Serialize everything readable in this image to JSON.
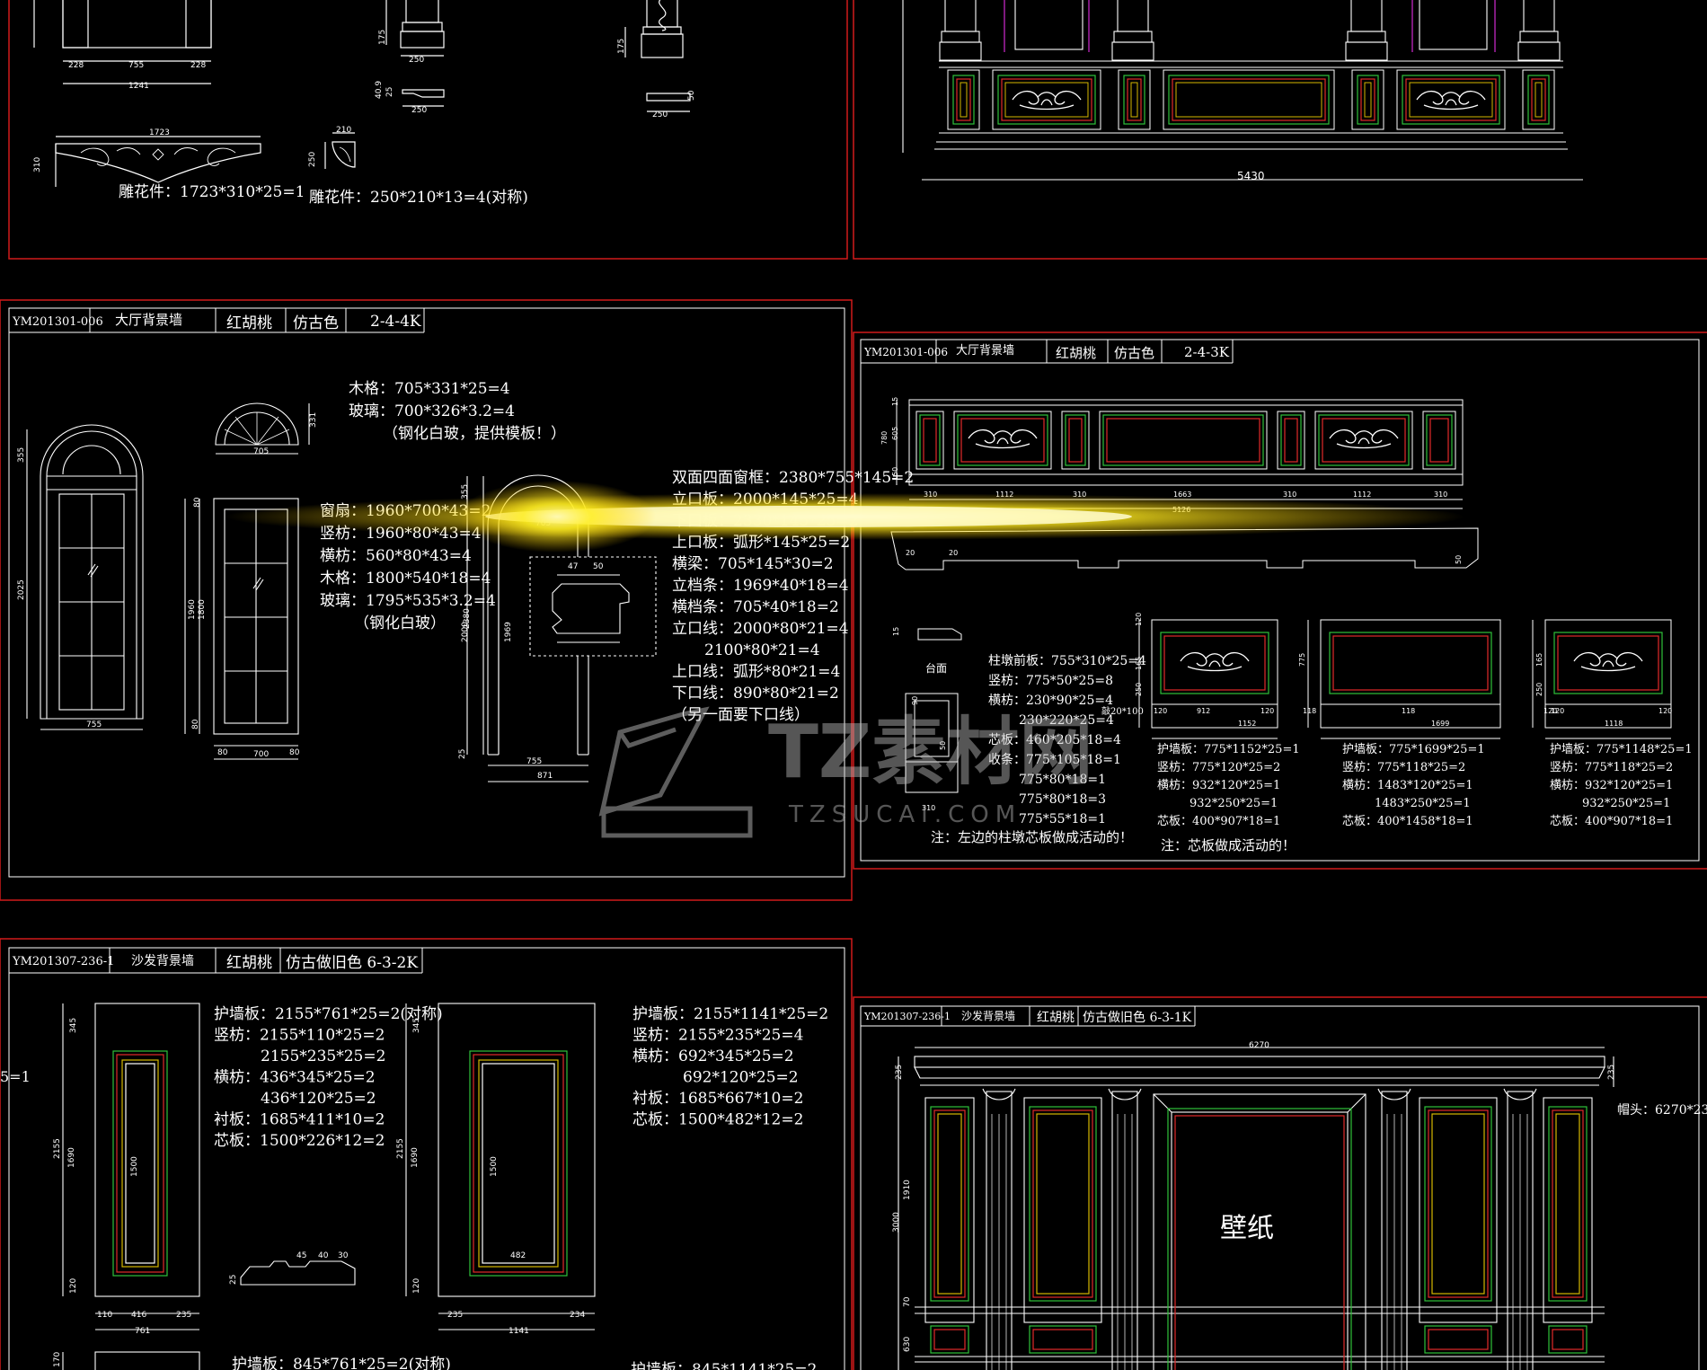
{
  "panels": {
    "top_left": {
      "dims": [
        "228",
        "755",
        "228",
        "1241",
        "175",
        "250",
        "40.9",
        "25",
        "250",
        "175",
        "250",
        "50",
        "1723",
        "310",
        "250",
        "210"
      ],
      "captions": [
        "雕花件：1723*310*25=1",
        "雕花件：250*210*13=4(对称)"
      ]
    },
    "top_right": {
      "overall_width": "5430"
    },
    "mid_left": {
      "header": [
        "YM201301-006",
        "大厅背景墙",
        "红胡桃",
        "仿古色",
        "2-4-4K"
      ],
      "dims": [
        "355",
        "2025",
        "755",
        "331",
        "705",
        "80",
        "1960",
        "1800",
        "80",
        "80",
        "700",
        "80",
        "355",
        "2380",
        "2000",
        "1969",
        "705",
        "871",
        "755",
        "25",
        "47",
        "50"
      ],
      "spec_top": [
        "木格：705*331*25=4",
        "玻璃：700*326*3.2=4",
        "（钢化白玻，提供模板！）"
      ],
      "spec_mid": [
        "窗扇：1960*700*43=2",
        "竖枋：1960*80*43=4",
        "横枋：560*80*43=4",
        "木格：1800*540*18=4",
        "玻璃：1795*535*3.2=4",
        "（钢化白玻）"
      ],
      "spec_right": [
        "双面四面窗框：2380*755*145=2",
        "立口板：2000*145*25=4",
        "下口板：2330*145*25=2",
        "上口板：弧形*145*25=2",
        "横梁：705*145*30=2",
        "立档条：1969*40*18=4",
        "横档条：705*40*18=2",
        "立口线：2000*80*21=4",
        "2100*80*21=4",
        "上口线：弧形*80*21=4",
        "下口线：890*80*21=2",
        "（另一面要下口线）"
      ]
    },
    "mid_right": {
      "header": [
        "YM201301-006",
        "大厅背景墙",
        "红胡桃",
        "仿古色",
        "2-4-3K"
      ],
      "dims": [
        "15",
        "605",
        "780",
        "150",
        "310",
        "1112",
        "310",
        "1663",
        "310",
        "1112",
        "310",
        "5126",
        "20",
        "20",
        "15",
        "50",
        "90",
        "310",
        "50",
        "120",
        "165",
        "250",
        "120",
        "120",
        "1152",
        "775",
        "1699",
        "118",
        "118",
        "120",
        "165",
        "250",
        "912",
        "1118",
        "120",
        "120"
      ],
      "labels": [
        "台面",
        "柱墩前板：755*310*25=4",
        "竖枋：775*50*25=8",
        "横枋：230*90*25=4",
        "230*220*25=4",
        "芯板：460*205*18=4",
        "收条：775*105*18=1",
        "775*80*18=1",
        "775*80*18=3",
        "775*55*18=1",
        "注：左边的柱墩芯板做成活动的！",
        "注：芯板做成活动的！",
        "敲20*100"
      ],
      "col1": [
        "护墙板：775*1152*25=1",
        "竖枋：775*120*25=2",
        "横枋：932*120*25=1",
        "932*250*25=1",
        "芯板：400*907*18=1"
      ],
      "col2": [
        "护墙板：775*1699*25=1",
        "竖枋：775*118*25=2",
        "横枋：1483*120*25=1",
        "1483*250*25=1",
        "芯板：400*1458*18=1"
      ],
      "col3": [
        "护墙板：775*1148*25=1",
        "竖枋：775*118*25=2",
        "横枋：932*120*25=1",
        "932*250*25=1",
        "芯板：400*907*18=1"
      ]
    },
    "bot_left": {
      "header": [
        "YM201307-236-1",
        "沙发背景墙",
        "红胡桃",
        "仿古做旧色 6-3-2K"
      ],
      "edge": "5=1",
      "dims": [
        "345",
        "2155",
        "1690",
        "1500",
        "120",
        "110",
        "416",
        "235",
        "761",
        "345",
        "2155",
        "1690",
        "1500",
        "482",
        "120",
        "235",
        "234",
        "1141",
        "45",
        "40",
        "30",
        "25",
        "170"
      ],
      "spec1": [
        "护墙板：2155*761*25=2(对称)",
        "竖枋：2155*110*25=2",
        "2155*235*25=2",
        "横枋：436*345*25=2",
        "436*120*25=2",
        "衬板：1685*411*10=2",
        "芯板：1500*226*12=2"
      ],
      "spec2": [
        "护墙板：2155*1141*25=2",
        "竖枋：2155*235*25=4",
        "横枋：692*345*25=2",
        "692*120*25=2",
        "衬板：1685*667*10=2",
        "芯板：1500*482*12=2"
      ],
      "spec_bottom": [
        "护墙板：845*761*25=2(对称)",
        "护墙板：845*1141*25=2"
      ]
    },
    "bot_right": {
      "header": [
        "YM201307-236-1",
        "沙发背景墙",
        "红胡桃",
        "仿古做旧色 6-3-1K"
      ],
      "dims": [
        "6270",
        "235",
        "235",
        "3000",
        "1910",
        "70",
        "630"
      ],
      "wallpaper": "壁纸",
      "cap": "帽头：6270*23"
    }
  },
  "watermark": {
    "brand": "TZ素材网",
    "url": "TZSUCAI.COM"
  },
  "colors": {
    "frame": "#d11a1a",
    "line": "#ffffff",
    "green": "#2fc23a",
    "red": "#e22a2a",
    "magenta": "#d12ad1",
    "glow": "#ffee22"
  }
}
